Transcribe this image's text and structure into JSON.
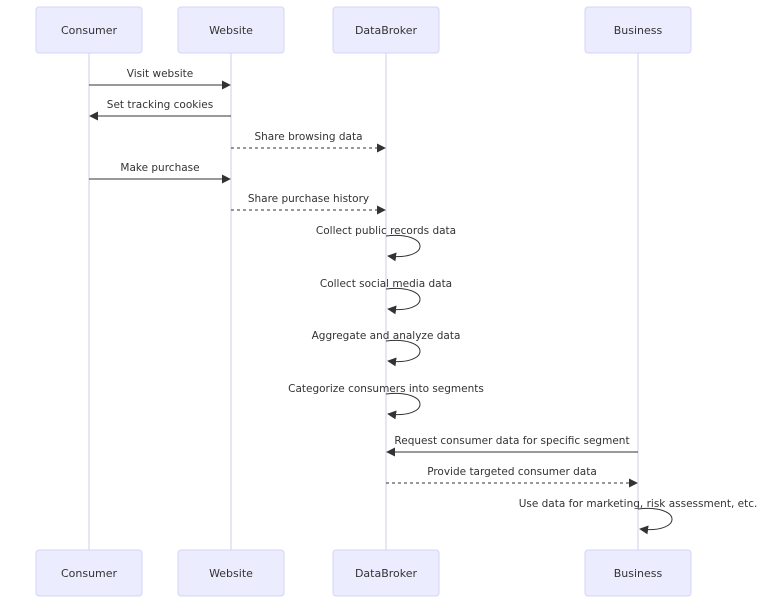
{
  "participants": [
    {
      "id": "consumer",
      "label": "Consumer"
    },
    {
      "id": "website",
      "label": "Website"
    },
    {
      "id": "databroker",
      "label": "DataBroker"
    },
    {
      "id": "business",
      "label": "Business"
    }
  ],
  "messages": [
    {
      "from": "consumer",
      "to": "website",
      "text": "Visit website",
      "style": "solid"
    },
    {
      "from": "website",
      "to": "consumer",
      "text": "Set tracking cookies",
      "style": "solid"
    },
    {
      "from": "website",
      "to": "databroker",
      "text": "Share browsing data",
      "style": "dotted"
    },
    {
      "from": "consumer",
      "to": "website",
      "text": "Make purchase",
      "style": "solid"
    },
    {
      "from": "website",
      "to": "databroker",
      "text": "Share purchase history",
      "style": "dotted"
    },
    {
      "from": "databroker",
      "to": "databroker",
      "text": "Collect public records data",
      "style": "solid"
    },
    {
      "from": "databroker",
      "to": "databroker",
      "text": "Collect social media data",
      "style": "solid"
    },
    {
      "from": "databroker",
      "to": "databroker",
      "text": "Aggregate and analyze data",
      "style": "solid"
    },
    {
      "from": "databroker",
      "to": "databroker",
      "text": "Categorize consumers into segments",
      "style": "solid"
    },
    {
      "from": "business",
      "to": "databroker",
      "text": "Request consumer data for specific segment",
      "style": "solid"
    },
    {
      "from": "databroker",
      "to": "business",
      "text": "Provide targeted consumer data",
      "style": "dotted"
    },
    {
      "from": "business",
      "to": "business",
      "text": "Use data for marketing, risk assessment, etc.",
      "style": "solid"
    }
  ]
}
